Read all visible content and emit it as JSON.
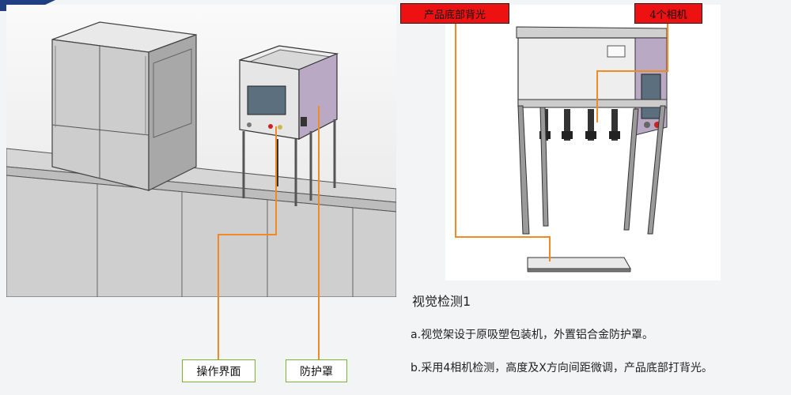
{
  "labels": {
    "backlight": "产品底部背光",
    "cameras": "4个相机",
    "operation_ui": "操作界面",
    "guard": "防护罩"
  },
  "description": {
    "title": "视觉检测1",
    "line_a": "a.视觉架设于原吸塑包装机，外置铝合金防护罩。",
    "line_b": "b.采用4相机检测，高度及X方向间距微调，产品底部打背光。"
  },
  "colors": {
    "leader_line": "#f08a24",
    "callout_red": "#ee1111",
    "callout_green_border": "#7bb32e"
  }
}
